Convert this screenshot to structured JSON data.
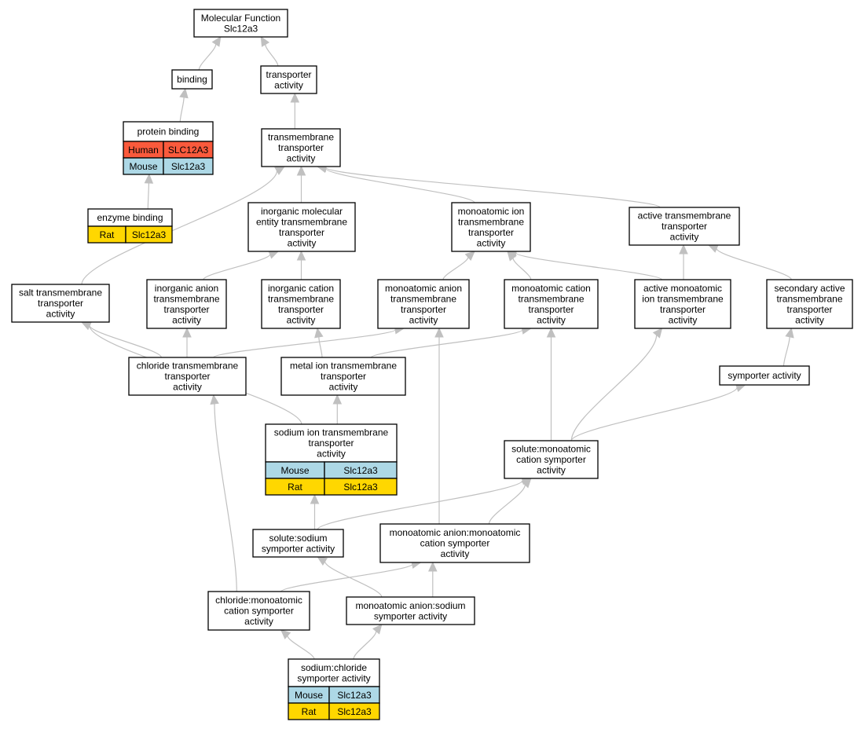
{
  "colors": {
    "human": "#fa5a3c",
    "mouse": "#add8e6",
    "rat": "#ffd700",
    "edge": "#c0c0c0"
  },
  "nodes": [
    {
      "id": "mf",
      "lines": [
        "Molecular Function",
        "Slc12a3"
      ]
    },
    {
      "id": "binding",
      "lines": [
        "binding"
      ]
    },
    {
      "id": "transporter",
      "lines": [
        "transporter",
        "activity"
      ]
    },
    {
      "id": "protein_binding",
      "lines": [
        "protein binding"
      ],
      "rows": [
        {
          "species": "Human",
          "gene": "SLC12A3",
          "color": "human"
        },
        {
          "species": "Mouse",
          "gene": "Slc12a3",
          "color": "mouse"
        }
      ]
    },
    {
      "id": "tm_transporter",
      "lines": [
        "transmembrane",
        "transporter",
        "activity"
      ]
    },
    {
      "id": "enzyme_binding",
      "lines": [
        "enzyme binding"
      ],
      "rows": [
        {
          "species": "Rat",
          "gene": "Slc12a3",
          "color": "rat"
        }
      ]
    },
    {
      "id": "inorg_mol",
      "lines": [
        "inorganic molecular",
        "entity transmembrane",
        "transporter",
        "activity"
      ]
    },
    {
      "id": "mono_ion",
      "lines": [
        "monoatomic ion",
        "transmembrane",
        "transporter",
        "activity"
      ]
    },
    {
      "id": "active_tm",
      "lines": [
        "active transmembrane",
        "transporter",
        "activity"
      ]
    },
    {
      "id": "salt_tm",
      "lines": [
        "salt transmembrane",
        "transporter",
        "activity"
      ]
    },
    {
      "id": "inorg_anion",
      "lines": [
        "inorganic anion",
        "transmembrane",
        "transporter",
        "activity"
      ]
    },
    {
      "id": "inorg_cation",
      "lines": [
        "inorganic cation",
        "transmembrane",
        "transporter",
        "activity"
      ]
    },
    {
      "id": "mono_anion",
      "lines": [
        "monoatomic anion",
        "transmembrane",
        "transporter",
        "activity"
      ]
    },
    {
      "id": "mono_cation",
      "lines": [
        "monoatomic cation",
        "transmembrane",
        "transporter",
        "activity"
      ]
    },
    {
      "id": "active_mono_ion",
      "lines": [
        "active monoatomic",
        "ion transmembrane",
        "transporter",
        "activity"
      ]
    },
    {
      "id": "secondary_active",
      "lines": [
        "secondary active",
        "transmembrane",
        "transporter",
        "activity"
      ]
    },
    {
      "id": "chloride_tm",
      "lines": [
        "chloride transmembrane",
        "transporter",
        "activity"
      ]
    },
    {
      "id": "metal_ion",
      "lines": [
        "metal ion transmembrane",
        "transporter",
        "activity"
      ]
    },
    {
      "id": "symporter",
      "lines": [
        "symporter activity"
      ]
    },
    {
      "id": "sodium_ion",
      "lines": [
        "sodium ion transmembrane",
        "transporter",
        "activity"
      ],
      "rows": [
        {
          "species": "Mouse",
          "gene": "Slc12a3",
          "color": "mouse"
        },
        {
          "species": "Rat",
          "gene": "Slc12a3",
          "color": "rat"
        }
      ]
    },
    {
      "id": "solute_mono_cation",
      "lines": [
        "solute:monoatomic",
        "cation symporter",
        "activity"
      ]
    },
    {
      "id": "solute_sodium",
      "lines": [
        "solute:sodium",
        "symporter activity"
      ]
    },
    {
      "id": "mono_anion_cation",
      "lines": [
        "monoatomic anion:monoatomic",
        "cation symporter",
        "activity"
      ]
    },
    {
      "id": "chloride_mono_cation",
      "lines": [
        "chloride:monoatomic",
        "cation symporter",
        "activity"
      ]
    },
    {
      "id": "mono_anion_sodium",
      "lines": [
        "monoatomic anion:sodium",
        "symporter activity"
      ]
    },
    {
      "id": "sodium_chloride",
      "lines": [
        "sodium:chloride",
        "symporter activity"
      ],
      "rows": [
        {
          "species": "Mouse",
          "gene": "Slc12a3",
          "color": "mouse"
        },
        {
          "species": "Rat",
          "gene": "Slc12a3",
          "color": "rat"
        }
      ]
    }
  ],
  "edges": [
    {
      "from": "binding",
      "to": "mf"
    },
    {
      "from": "transporter",
      "to": "mf"
    },
    {
      "from": "protein_binding",
      "to": "binding"
    },
    {
      "from": "tm_transporter",
      "to": "transporter"
    },
    {
      "from": "enzyme_binding",
      "to": "protein_binding"
    },
    {
      "from": "inorg_mol",
      "to": "tm_transporter"
    },
    {
      "from": "mono_ion",
      "to": "tm_transporter"
    },
    {
      "from": "active_tm",
      "to": "tm_transporter"
    },
    {
      "from": "salt_tm",
      "to": "tm_transporter"
    },
    {
      "from": "inorg_anion",
      "to": "inorg_mol"
    },
    {
      "from": "inorg_cation",
      "to": "inorg_mol"
    },
    {
      "from": "mono_anion",
      "to": "mono_ion"
    },
    {
      "from": "mono_cation",
      "to": "mono_ion"
    },
    {
      "from": "active_mono_ion",
      "to": "mono_ion"
    },
    {
      "from": "active_mono_ion",
      "to": "active_tm"
    },
    {
      "from": "secondary_active",
      "to": "active_tm"
    },
    {
      "from": "chloride_tm",
      "to": "salt_tm"
    },
    {
      "from": "chloride_tm",
      "to": "inorg_anion"
    },
    {
      "from": "chloride_tm",
      "to": "mono_anion"
    },
    {
      "from": "metal_ion",
      "to": "inorg_cation"
    },
    {
      "from": "metal_ion",
      "to": "mono_cation"
    },
    {
      "from": "symporter",
      "to": "secondary_active"
    },
    {
      "from": "sodium_ion",
      "to": "metal_ion"
    },
    {
      "from": "sodium_ion",
      "to": "salt_tm"
    },
    {
      "from": "solute_mono_cation",
      "to": "mono_cation"
    },
    {
      "from": "solute_mono_cation",
      "to": "active_mono_ion"
    },
    {
      "from": "solute_mono_cation",
      "to": "symporter"
    },
    {
      "from": "solute_sodium",
      "to": "sodium_ion"
    },
    {
      "from": "solute_sodium",
      "to": "solute_mono_cation"
    },
    {
      "from": "mono_anion_cation",
      "to": "mono_anion"
    },
    {
      "from": "mono_anion_cation",
      "to": "solute_mono_cation"
    },
    {
      "from": "chloride_mono_cation",
      "to": "chloride_tm"
    },
    {
      "from": "chloride_mono_cation",
      "to": "mono_anion_cation"
    },
    {
      "from": "mono_anion_sodium",
      "to": "solute_sodium"
    },
    {
      "from": "mono_anion_sodium",
      "to": "mono_anion_cation"
    },
    {
      "from": "sodium_chloride",
      "to": "chloride_mono_cation"
    },
    {
      "from": "sodium_chloride",
      "to": "mono_anion_sodium"
    }
  ]
}
